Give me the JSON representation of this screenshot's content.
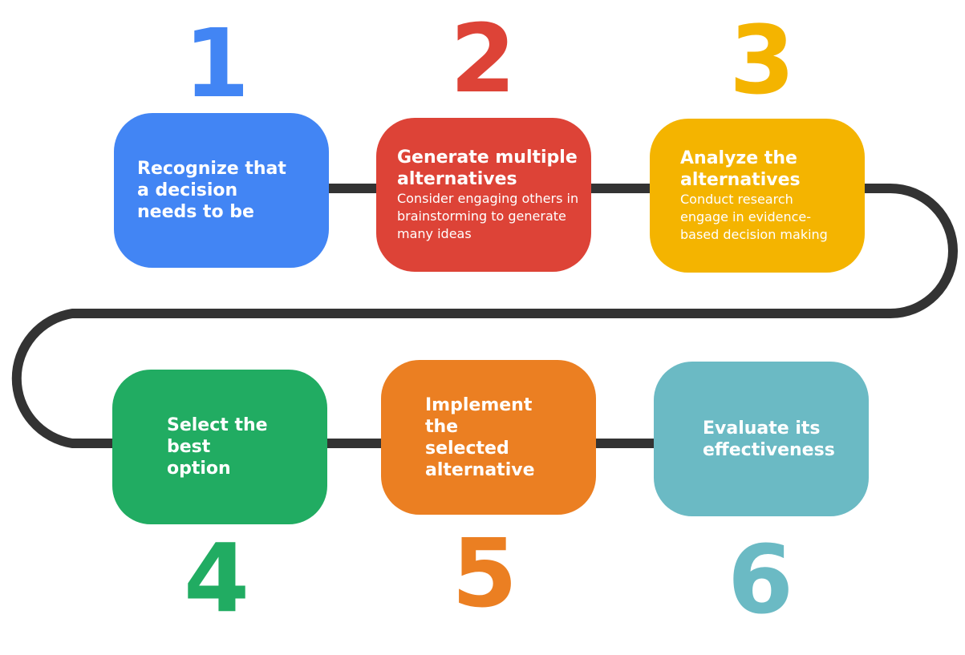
{
  "colors": {
    "connector": "#333333",
    "blue": "#4285f4",
    "red": "#dd4337",
    "yellow": "#f4b400",
    "green": "#21ac62",
    "orange": "#eb7f22",
    "teal": "#6bbac4"
  },
  "steps": [
    {
      "number": "1",
      "title": "Recognize that a decision needs to be",
      "description": "",
      "color": "#4285f4"
    },
    {
      "number": "2",
      "title": "Generate multiple alternatives",
      "description": "Consider engaging others in brainstorming to generate many ideas",
      "color": "#dd4337"
    },
    {
      "number": "3",
      "title": "Analyze the alternatives",
      "description": "Conduct research engage in evidence-based decision making",
      "color": "#f4b400"
    },
    {
      "number": "4",
      "title": "Select the best option",
      "description": "",
      "color": "#21ac62"
    },
    {
      "number": "5",
      "title": "Implement the selected alternative",
      "description": "",
      "color": "#eb7f22"
    },
    {
      "number": "6",
      "title": "Evaluate its effectiveness",
      "description": "",
      "color": "#6bbac4"
    }
  ]
}
